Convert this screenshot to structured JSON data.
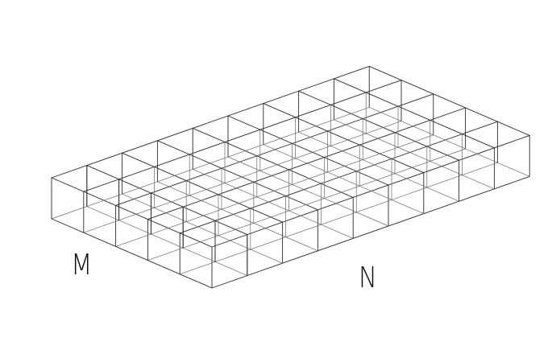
{
  "labels": {
    "m": "M",
    "n": "N"
  },
  "grid": {
    "rows": 5,
    "columns": 9,
    "layers": 1,
    "front_row_cubes_present": 5
  },
  "colors": {
    "stroke": "#2a2a2a",
    "background": "#ffffff"
  }
}
